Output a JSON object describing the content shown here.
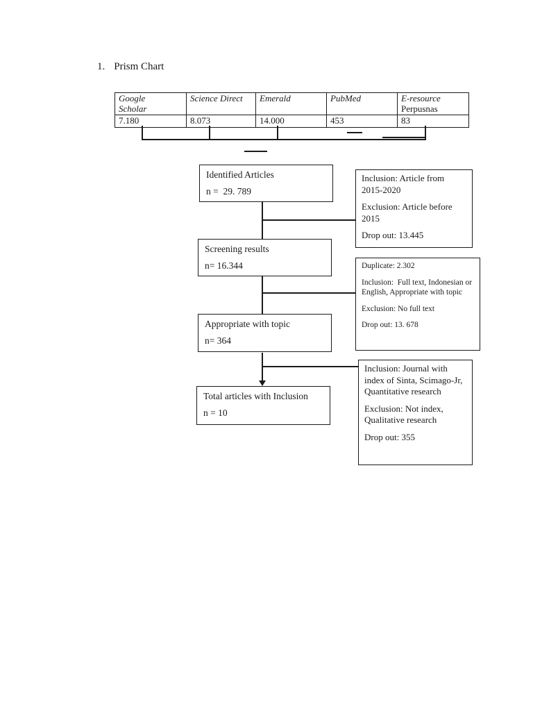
{
  "heading": {
    "number": "1.",
    "title": "Prism Chart"
  },
  "sources_table": {
    "columns": [
      {
        "line1": "Google",
        "line2": "Scholar",
        "count": "7.180"
      },
      {
        "line1": "Science Direct",
        "line2": "",
        "count": "8.073"
      },
      {
        "line1": "Emerald",
        "line2": "",
        "count": "14.000"
      },
      {
        "line1": "PubMed",
        "line2": "",
        "count": "453"
      },
      {
        "line1": "E-resource",
        "line2": "Perpusnas",
        "count": "83"
      }
    ]
  },
  "flow_boxes": [
    {
      "label": "Identified Articles",
      "n": "n =  29. 789"
    },
    {
      "label": "Screening results",
      "n": "n= 16.344"
    },
    {
      "label": "Appropriate with topic",
      "n": "n= 364"
    },
    {
      "label": "Total articles with Inclusion",
      "n": "n = 10"
    }
  ],
  "criteria_boxes": [
    {
      "p1": "Inclusion: Article from 2015-2020",
      "p2": "Exclusion: Article before 2015",
      "p3": "Drop out: 13.445"
    },
    {
      "p1": "Duplicate: 2.302",
      "p2": "Inclusion:  Full text, Indonesian or English, Appropriate with topic",
      "p3": "Exclusion: No full text",
      "p4": "Drop out: 13. 678"
    },
    {
      "p1": "Inclusion: Journal with index of Sinta, Scimago-Jr, Quantitative research",
      "p2": "Exclusion: Not index, Qualitative research",
      "p3": "Drop out: 355"
    }
  ]
}
